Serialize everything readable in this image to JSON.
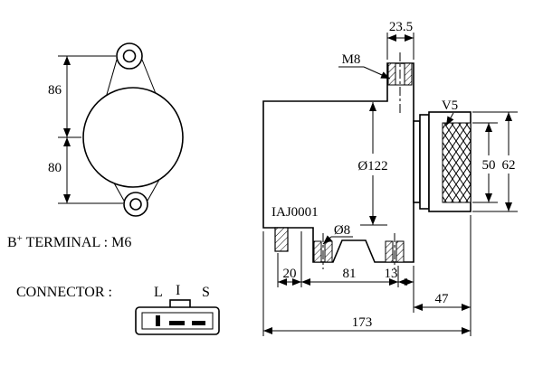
{
  "notes": {
    "terminal_base": "B",
    "terminal_sup": "+",
    "terminal_rest": " TERMINAL : M6",
    "connector_label": "CONNECTOR :",
    "pin_l": "L",
    "pin_i": "I",
    "pin_s": "S"
  },
  "front_view": {
    "dim_upper": "86",
    "dim_lower": "80"
  },
  "side_view": {
    "dim_boss": "23.5",
    "thread": "M8",
    "diameter": "Ø122",
    "pulley": "V5",
    "dim_groove": "50",
    "dim_pulley_od": "62",
    "model": "IAJ0001",
    "hole": "Ø8",
    "dim_foot": "20",
    "dim_span": "81",
    "dim_ear": "13",
    "dim_front": "47",
    "dim_overall": "173"
  }
}
